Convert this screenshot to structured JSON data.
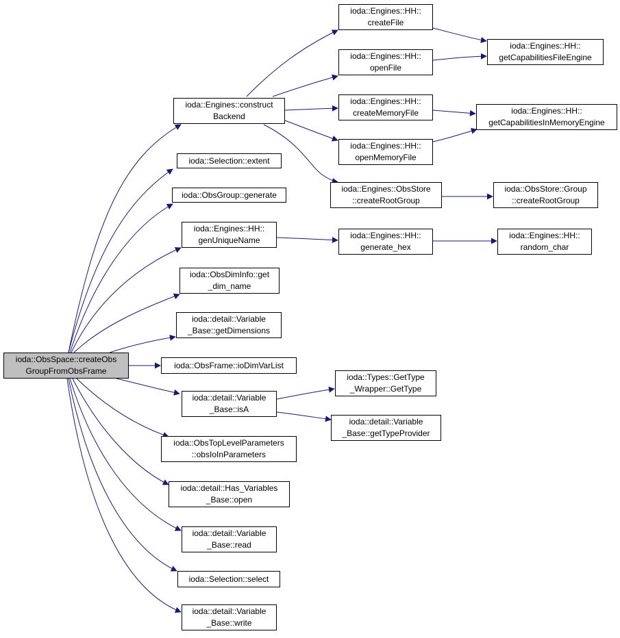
{
  "colors": {
    "edge": "#191970",
    "root_fill": "#bfbfbf",
    "node_fill": "#ffffff",
    "border": "#000000"
  },
  "nodes": {
    "root": {
      "line1": "ioda::ObsSpace::createObs",
      "line2": "GroupFromObsFrame"
    },
    "constructBackend": {
      "line1": "ioda::Engines::construct",
      "line2": "Backend"
    },
    "extent": {
      "line1": "ioda::Selection::extent"
    },
    "generate": {
      "line1": "ioda::ObsGroup::generate"
    },
    "genUniqueName": {
      "line1": "ioda::Engines::HH::",
      "line2": "genUniqueName"
    },
    "getDimName": {
      "line1": "ioda::ObsDimInfo::get",
      "line2": "_dim_name"
    },
    "getDimensions": {
      "line1": "ioda::detail::Variable",
      "line2": "_Base::getDimensions"
    },
    "ioDimVarList": {
      "line1": "ioda::ObsFrame::ioDimVarList"
    },
    "isA": {
      "line1": "ioda::detail::Variable",
      "line2": "_Base::isA"
    },
    "obsIoInParameters": {
      "line1": "ioda::ObsTopLevelParameters",
      "line2": "::obsIoInParameters"
    },
    "open": {
      "line1": "ioda::detail::Has_Variables",
      "line2": "_Base::open"
    },
    "read": {
      "line1": "ioda::detail::Variable",
      "line2": "_Base::read"
    },
    "select": {
      "line1": "ioda::Selection::select"
    },
    "write": {
      "line1": "ioda::detail::Variable",
      "line2": "_Base::write"
    },
    "createFile": {
      "line1": "ioda::Engines::HH::",
      "line2": "createFile"
    },
    "openFile": {
      "line1": "ioda::Engines::HH::",
      "line2": "openFile"
    },
    "createMemoryFile": {
      "line1": "ioda::Engines::HH::",
      "line2": "createMemoryFile"
    },
    "openMemoryFile": {
      "line1": "ioda::Engines::HH::",
      "line2": "openMemoryFile"
    },
    "createRootGroup": {
      "line1": "ioda::Engines::ObsStore",
      "line2": "::createRootGroup"
    },
    "generateHex": {
      "line1": "ioda::Engines::HH::",
      "line2": "generate_hex"
    },
    "getType": {
      "line1": "ioda::Types::GetType",
      "line2": "_Wrapper::GetType"
    },
    "getTypeProvider": {
      "line1": "ioda::detail::Variable",
      "line2": "_Base::getTypeProvider"
    },
    "capFileEngine": {
      "line1": "ioda::Engines::HH::",
      "line2": "getCapabilitiesFileEngine"
    },
    "capMemEngine": {
      "line1": "ioda::Engines::HH::",
      "line2": "getCapabilitiesInMemoryEngine"
    },
    "groupCreateRootGroup": {
      "line1": "ioda::ObsStore::Group",
      "line2": "::createRootGroup"
    },
    "randomChar": {
      "line1": "ioda::Engines::HH::",
      "line2": "random_char"
    }
  }
}
